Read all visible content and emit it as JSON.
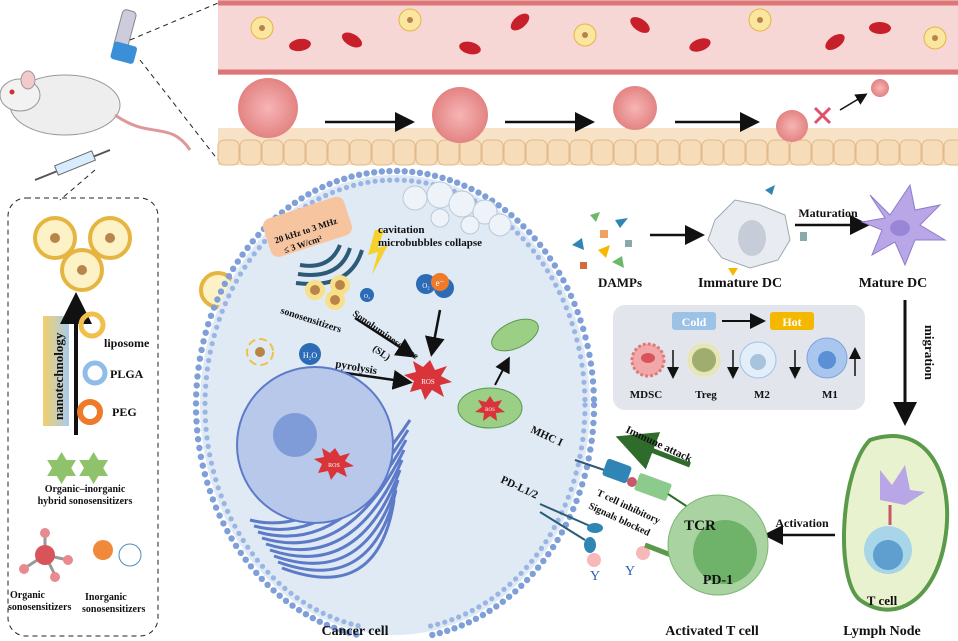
{
  "left_panel": {
    "nanotech_label": "nanotechnology",
    "carriers": [
      "liposome",
      "PLGA",
      "PEG"
    ],
    "hybrid_label_1": "Organic–inorganic",
    "hybrid_label_2": "hybrid sonosensitizers",
    "organic_label_1": "Organic",
    "organic_label_2": "sonosensitizers",
    "inorganic_label_1": "Inorganic",
    "inorganic_label_2": "sonosensitizers"
  },
  "cancer_cell": {
    "title": "Cancer cell",
    "ultrasound_1": "20 kHz to 3 MHz",
    "ultrasound_2": "≤ 3 W/cm²",
    "cavitation_1": "cavitation",
    "cavitation_2": "microbubbles collapse",
    "sonosensitizers": "sonosensitizers",
    "sl_1": "Sonoluminescence",
    "sl_2": "(SL)",
    "o2": "O₂",
    "e": "e⁻",
    "h2o": "H₂O",
    "pyrolysis": "pyrolysis",
    "ros": "ROS",
    "mhc": "MHC I",
    "pdl": "PD-L1/2"
  },
  "immune": {
    "damps": "DAMPs",
    "immature_dc": "Immature DC",
    "maturation": "Maturation",
    "mature_dc": "Mature DC",
    "migration": "migration",
    "cold": "Cold",
    "hot": "Hot",
    "cells": [
      "MDSC",
      "Treg",
      "M2",
      "M1"
    ],
    "immune_attack": "Immune attack",
    "inhibitory_1": "T cell inhibitory",
    "inhibitory_2": "Signals blocked",
    "tcr": "TCR",
    "pd1": "PD-1",
    "activated_t": "Activated T cell",
    "activation": "Activation",
    "t_cell": "T cell",
    "lymph_node": "Lymph Node"
  },
  "colors": {
    "membrane": "#7f9fd9",
    "cytoplasm": "#dfeaf5",
    "ros": "#d9343a",
    "cold": "#9cc3e6",
    "hot": "#f5b800",
    "tumor": "#ee9a9a",
    "vessel": "#f6d0d0"
  }
}
